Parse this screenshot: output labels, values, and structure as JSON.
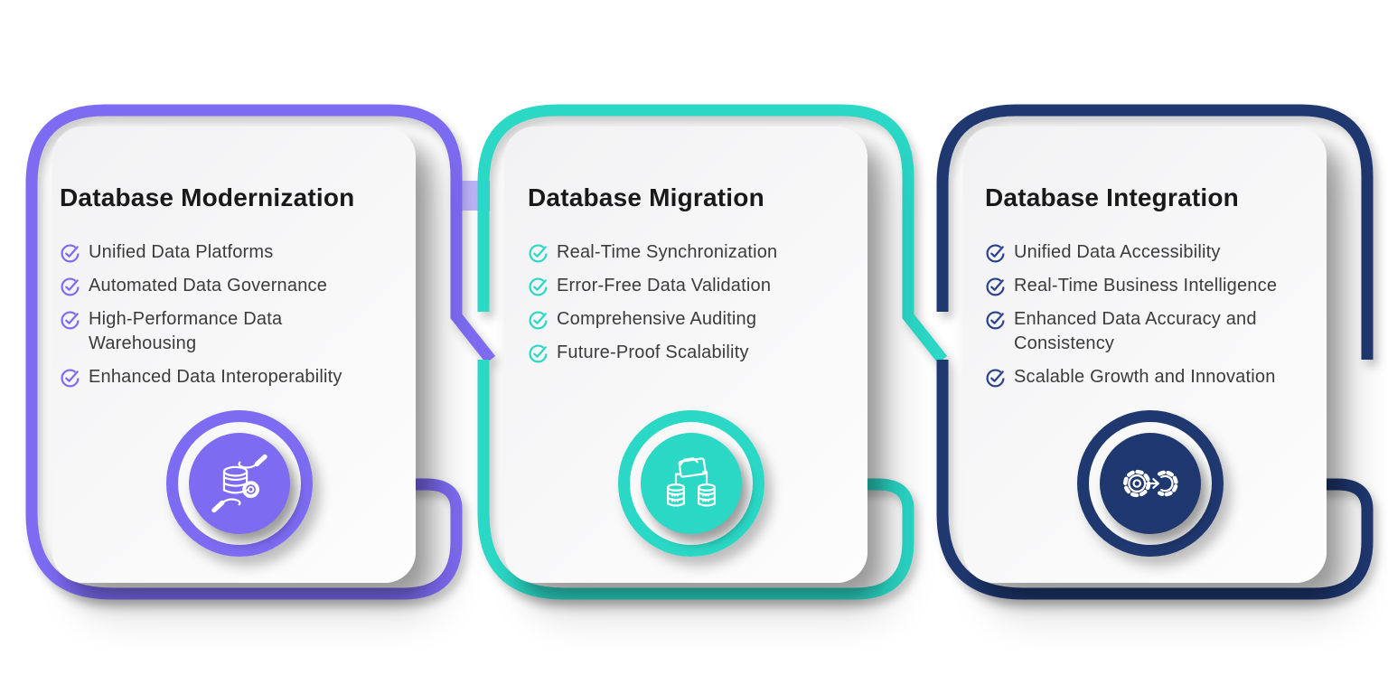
{
  "page": {
    "background": "#ffffff"
  },
  "cards": [
    {
      "title": "Database Modernization",
      "accent": "#7D6BF2",
      "check_color": "#7D6BF2",
      "icon": "hands-holding-database-gear-icon",
      "items": [
        "Unified Data Platforms",
        "Automated Data Governance",
        "High-Performance Data Warehousing",
        "Enhanced Data Interoperability"
      ]
    },
    {
      "title": "Database Migration",
      "accent": "#2BD7C5",
      "check_color": "#2BD7C5",
      "icon": "database-folder-transfer-icon",
      "items": [
        "Real-Time Synchronization",
        "Error-Free Data Validation",
        "Comprehensive Auditing",
        "Future-Proof Scalability"
      ]
    },
    {
      "title": "Database Integration",
      "accent": "#1F3870",
      "check_color": "#2B418F",
      "icon": "gears-integration-arrow-icon",
      "items": [
        "Unified Data Accessibility",
        "Real-Time Business Intelligence",
        "Enhanced Data Accuracy and Consistency",
        "Scalable Growth and Innovation"
      ]
    }
  ]
}
